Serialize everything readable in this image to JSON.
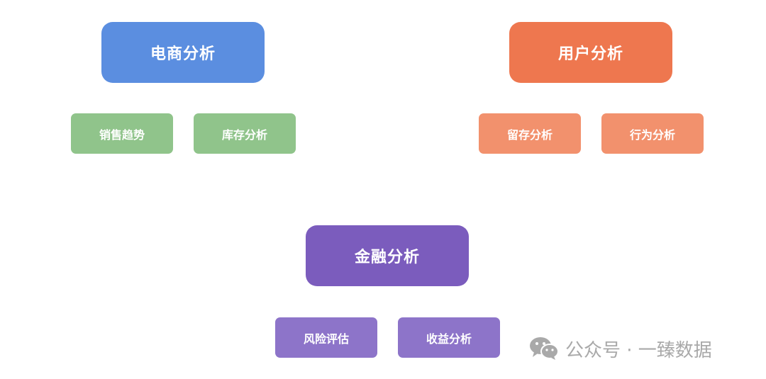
{
  "colors": {
    "ecommerce": "#5b8ee0",
    "user": "#ee774f",
    "finance": "#7b5cbd",
    "ecommerce_child": "#90c48b",
    "user_child": "#f2916d",
    "finance_child": "#8d74c9",
    "watermark": "#a9a9a9"
  },
  "groups": {
    "ecommerce": {
      "title": "电商分析",
      "children": [
        "销售趋势",
        "库存分析"
      ]
    },
    "user": {
      "title": "用户分析",
      "children": [
        "留存分析",
        "行为分析"
      ]
    },
    "finance": {
      "title": "金融分析",
      "children": [
        "风险评估",
        "收益分析"
      ]
    }
  },
  "watermark": {
    "icon": "wechat-icon",
    "text": "公众号 · 一臻数据"
  }
}
